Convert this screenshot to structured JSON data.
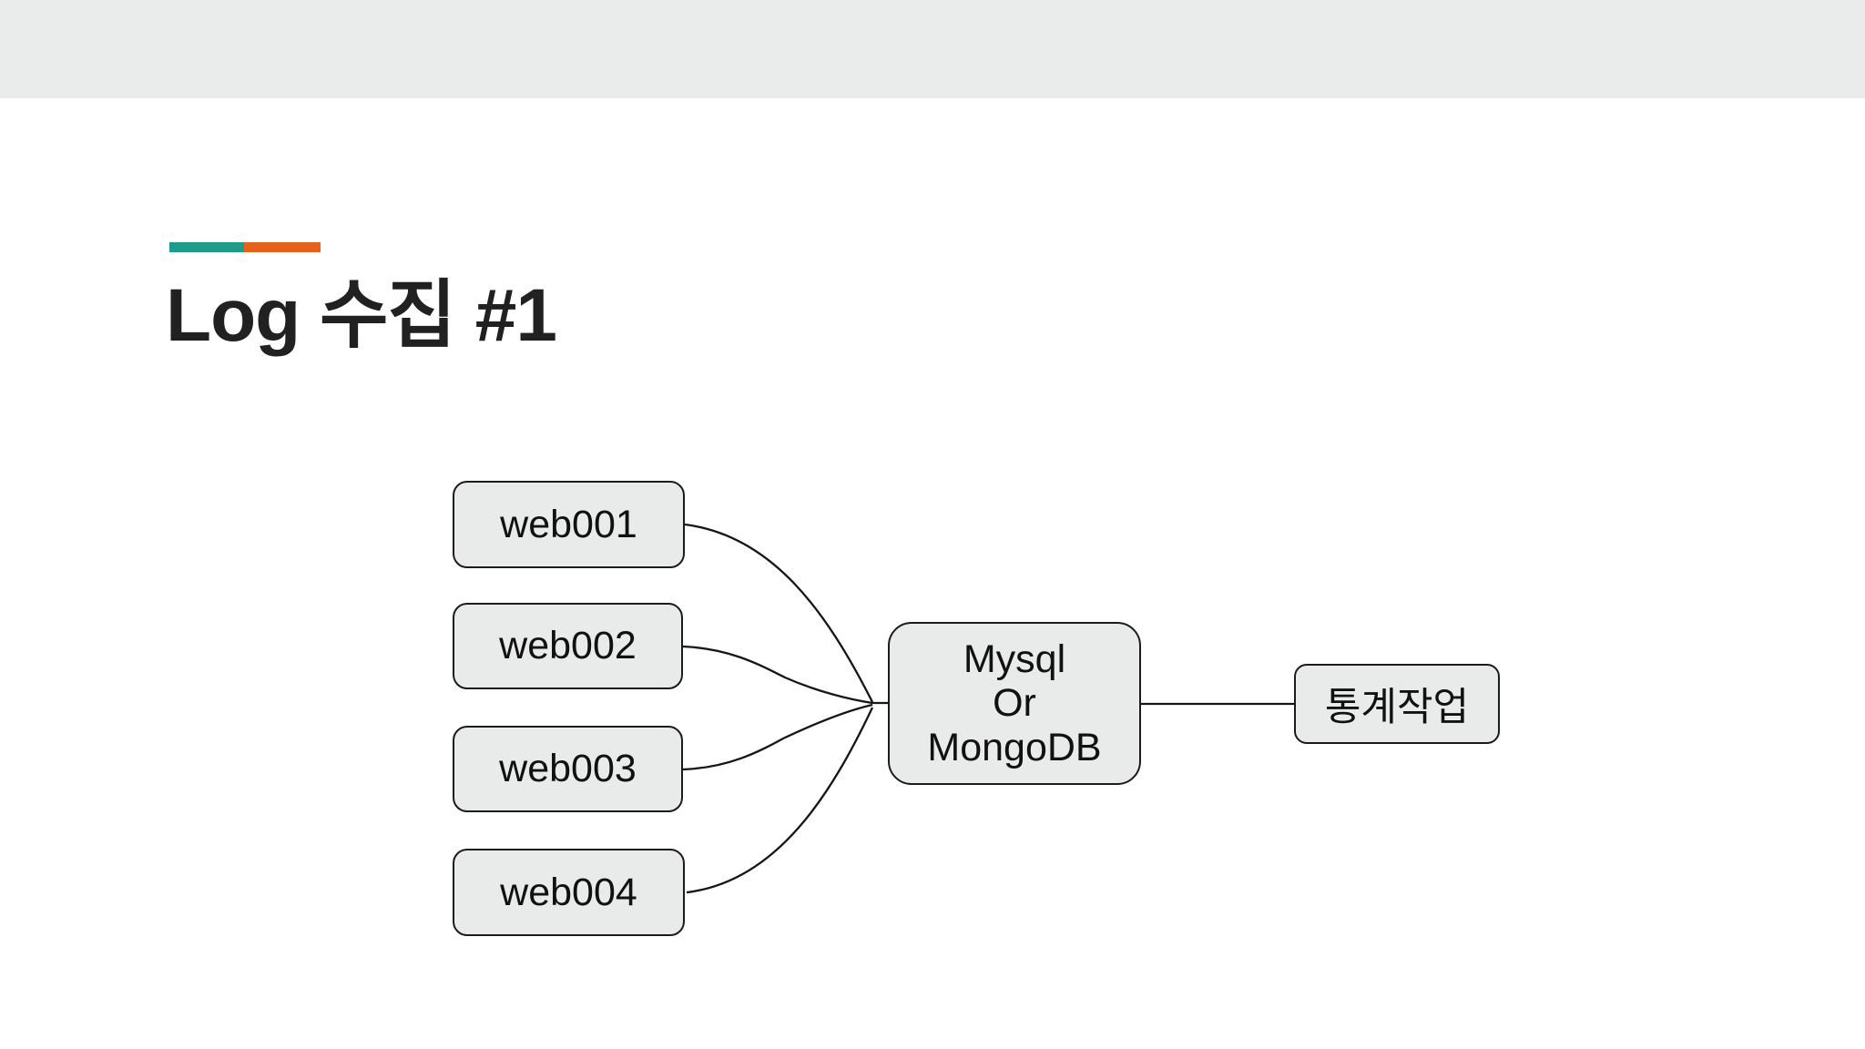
{
  "slide": {
    "title": "Log 수집 #1",
    "title_color": "#212121",
    "header_band_color": "#E9ECEA",
    "background_color": "#FFFFFF",
    "accent_bar": {
      "teal_color": "#1E9B8B",
      "orange_color": "#E8611C"
    }
  },
  "diagram": {
    "line_color": "#161616",
    "node_fill_color": "#E9EBEA",
    "node_border_color": "#1B1B1B",
    "web001": {
      "label": "web001"
    },
    "web002": {
      "label": "web002"
    },
    "web003": {
      "label": "web003"
    },
    "web004": {
      "label": "web004"
    },
    "database": {
      "label": "Mysql\nOr\nMongoDB"
    },
    "stats": {
      "label": "통계작업"
    },
    "edges": [
      {
        "from": "web001",
        "to": "database",
        "style": "curved"
      },
      {
        "from": "web002",
        "to": "database",
        "style": "curved"
      },
      {
        "from": "web003",
        "to": "database",
        "style": "curved"
      },
      {
        "from": "web004",
        "to": "database",
        "style": "curved"
      },
      {
        "from": "database",
        "to": "stats",
        "style": "straight"
      }
    ]
  }
}
